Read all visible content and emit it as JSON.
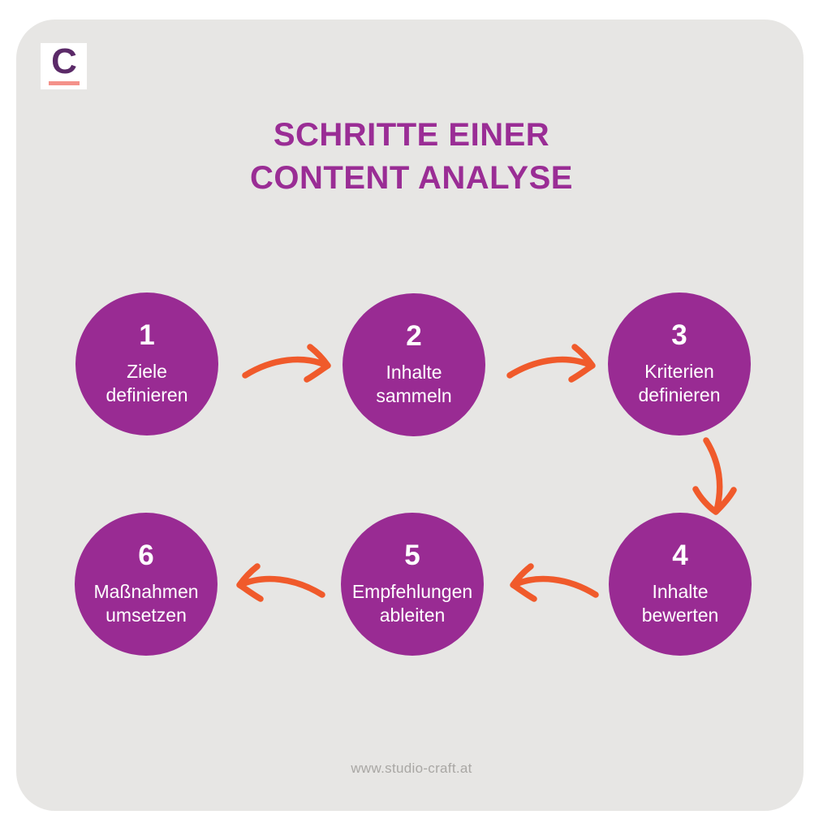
{
  "colors": {
    "card-bg": "#E7E6E4",
    "circle": "#992B93",
    "circle-text": "#FFFFFF",
    "title": "#9A2D95",
    "arrow": "#F05A2B",
    "logo-letter": "#5B2A68",
    "logo-underline": "#F4918A",
    "footer-text": "#A9A7A4"
  },
  "logo": {
    "letter": "C"
  },
  "title": {
    "text": "SCHRITTE EINER\nCONTENT ANALYSE"
  },
  "steps": [
    {
      "number": "1",
      "label": "Ziele\ndefinieren"
    },
    {
      "number": "2",
      "label": "Inhalte\nsammeln"
    },
    {
      "number": "3",
      "label": "Kriterien\ndefinieren"
    },
    {
      "number": "4",
      "label": "Inhalte\nbewerten"
    },
    {
      "number": "5",
      "label": "Empfehlungen\nableiten"
    },
    {
      "number": "6",
      "label": "Maßnahmen\numsetzen"
    }
  ],
  "footer": {
    "url": "www.studio-craft.at"
  }
}
